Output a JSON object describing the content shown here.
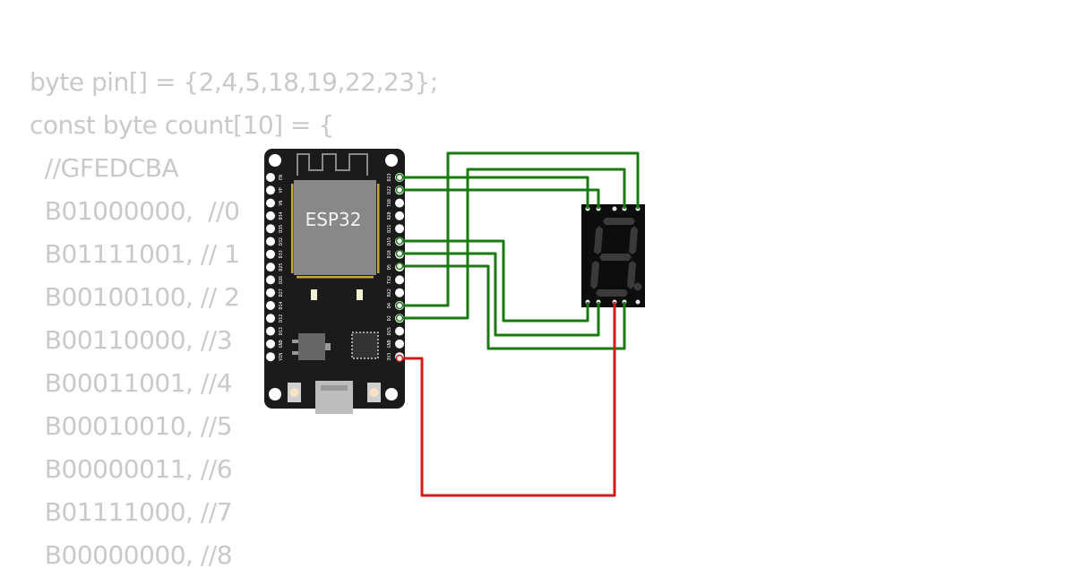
{
  "code_lines": [
    "byte pin[] = {2,4,5,18,19,22,23};",
    "const byte count[10] = {",
    "  //GFEDCBA",
    "  B01000000,  //0",
    "  B01111001, // 1",
    "  B00100100, // 2",
    "  B00110000, //3",
    "  B00011001, //4",
    "  B00010010, //5",
    "  B00000011, //6",
    "  B01111000, //7",
    "  B00000000, //8"
  ],
  "board": {
    "chip_label": "ESP32",
    "left_pins": [
      "EN",
      "VP",
      "VN",
      "D34",
      "D35",
      "D32",
      "D33",
      "D25",
      "D26",
      "D27",
      "D14",
      "D12",
      "D13",
      "GND",
      "VIN"
    ],
    "right_pins": [
      "D23",
      "D22",
      "TX0",
      "RX0",
      "D21",
      "D19",
      "D18",
      "D5",
      "TX2",
      "RX2",
      "D4",
      "D2",
      "D15",
      "GND",
      "3V3"
    ]
  },
  "colors": {
    "signal_wire": "#1a7a12",
    "power_wire": "#d11a1a",
    "board": "#1b1b1b",
    "display_body": "#0d0d0d",
    "segment_off": "#3a3a3a",
    "code_text": "#c9c9c9"
  }
}
